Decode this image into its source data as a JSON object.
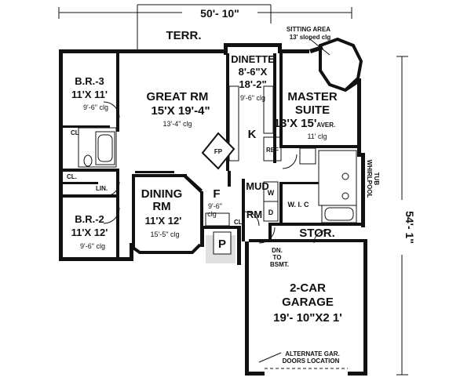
{
  "dimensions": {
    "width": "50'- 10\"",
    "depth": "54'- 1\""
  },
  "rooms": {
    "terrace": "TERR.",
    "br3": {
      "name": "B.R.-3",
      "size": "11'X 11'",
      "ceiling": "9'-6\" clg"
    },
    "great_room": {
      "name": "GREAT RM",
      "size": "15'X 19'-4\"",
      "ceiling": "13'-4\" clg"
    },
    "dinette": {
      "name": "DINETTE",
      "size1": "8'-6\"X",
      "size2": "18'-2\"",
      "ceiling": "9'-6\" clg"
    },
    "kitchen": "K",
    "ref": "REF",
    "fireplace": "FP",
    "master": {
      "name1": "MASTER",
      "name2": "SUITE",
      "size": "13'X 15'",
      "size_note": "AVER.",
      "ceiling": "11' clg"
    },
    "sitting_area": {
      "line1": "SITTING AREA",
      "line2": "13' sloped clg"
    },
    "closet_br3": "CL",
    "closet_hall": "CL.",
    "linen": "LIN.",
    "br2": {
      "name": "B.R.-2",
      "size": "11'X 12'",
      "ceiling": "9'-6\" clg"
    },
    "dining": {
      "name1": "DINING",
      "name2": "RM",
      "size": "11'X 12'",
      "ceiling": "15'-5\" clg"
    },
    "foyer": {
      "name": "F",
      "ceiling1": "9'-6\"",
      "ceiling2": "clg"
    },
    "closet_foyer": "CL",
    "porch": "P",
    "mud_room": {
      "line1": "MUD",
      "line2": "RM"
    },
    "washer": "W",
    "dryer": "D",
    "wic": "W. I. C",
    "whirlpool": {
      "line1": "WHIRLPOOL",
      "line2": "TUB"
    },
    "storage": "STOR.",
    "basement": {
      "line1": "DN.",
      "line2": "TO",
      "line3": "BSMT."
    },
    "garage": {
      "line1": "2-CAR",
      "line2": "GARAGE",
      "size": "19'- 10\"X2 1'"
    },
    "garage_note": {
      "line1": "ALTERNATE GAR.",
      "line2": "DOORS LOCATION"
    }
  }
}
